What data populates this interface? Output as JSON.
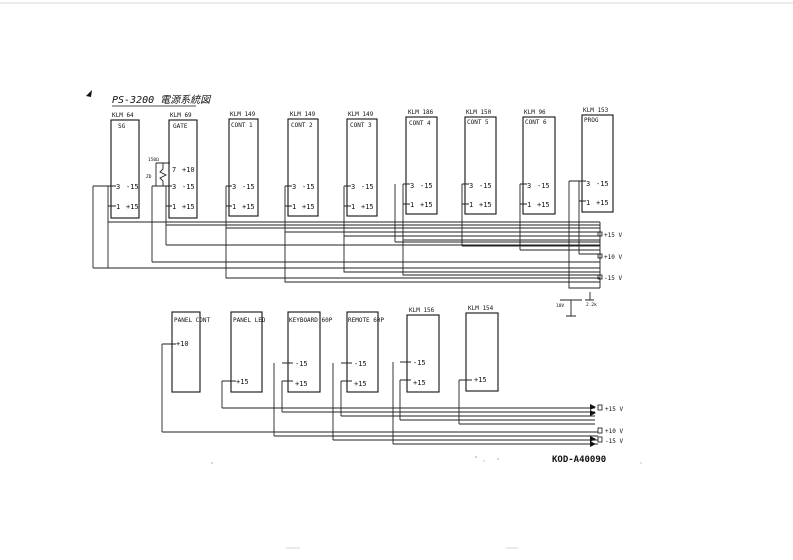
{
  "title": "PS-3200 電源系統図",
  "doc_number": "KOD-A40090",
  "top_modules": [
    {
      "part": "KLM 64",
      "name": "SG",
      "pins": [
        {
          "n": "3",
          "v": "-15"
        },
        {
          "n": "1",
          "v": "+15"
        }
      ]
    },
    {
      "part": "KLM 69",
      "name": "GATE",
      "pins": [
        {
          "n": "7",
          "v": "+10"
        },
        {
          "n": "3",
          "v": "-15"
        },
        {
          "n": "1",
          "v": "+15"
        }
      ]
    },
    {
      "part": "KLM 149",
      "name": "CONT 1",
      "pins": [
        {
          "n": "3",
          "v": "-15"
        },
        {
          "n": "1",
          "v": "+15"
        }
      ]
    },
    {
      "part": "KLM 149",
      "name": "CONT 2",
      "pins": [
        {
          "n": "3",
          "v": "-15"
        },
        {
          "n": "1",
          "v": "+15"
        }
      ]
    },
    {
      "part": "KLM 149",
      "name": "CONT 3",
      "pins": [
        {
          "n": "3",
          "v": "-15"
        },
        {
          "n": "1",
          "v": "+15"
        }
      ]
    },
    {
      "part": "KLM 186",
      "name": "CONT 4",
      "pins": [
        {
          "n": "3",
          "v": "-15"
        },
        {
          "n": "1",
          "v": "+15"
        }
      ]
    },
    {
      "part": "KLM 150",
      "name": "CONT 5",
      "pins": [
        {
          "n": "3",
          "v": "-15"
        },
        {
          "n": "1",
          "v": "+15"
        }
      ]
    },
    {
      "part": "KLM 96",
      "name": "CONT 6",
      "pins": [
        {
          "n": "3",
          "v": "-15"
        },
        {
          "n": "1",
          "v": "+15"
        }
      ]
    },
    {
      "part": "KLM 153",
      "name": "PROG",
      "pins": [
        {
          "n": "3",
          "v": "-15"
        },
        {
          "n": "1",
          "v": "+15"
        }
      ]
    }
  ],
  "bottom_modules": [
    {
      "part": "",
      "name": "PANEL CONT",
      "pins": [
        {
          "n": "",
          "v": "+10"
        }
      ]
    },
    {
      "part": "",
      "name": "PANEL LED",
      "pins": [
        {
          "n": "",
          "v": "+15"
        }
      ]
    },
    {
      "part": "",
      "name": "KEYBOARD 60P",
      "pins": [
        {
          "n": "",
          "v": "-15"
        },
        {
          "n": "",
          "v": "+15"
        }
      ]
    },
    {
      "part": "",
      "name": "REMOTE 60P",
      "pins": [
        {
          "n": "",
          "v": "-15"
        },
        {
          "n": "",
          "v": "+15"
        }
      ]
    },
    {
      "part": "KLM 156",
      "name": "",
      "pins": [
        {
          "n": "",
          "v": "-15"
        },
        {
          "n": "",
          "v": "+15"
        }
      ]
    },
    {
      "part": "KLM 154",
      "name": "",
      "pins": [
        {
          "n": "",
          "v": "+15"
        }
      ]
    }
  ],
  "top_terminals": [
    "+15 V",
    "+10 V",
    "-15 V"
  ],
  "bottom_terminals": [
    "+15 V",
    "+10 V",
    "-15 V"
  ],
  "small_notes": {
    "gate_resistor": "150Ω",
    "gate_diode": "ZD",
    "bottom_note": "2.2k",
    "bottom_note2": "10V"
  }
}
